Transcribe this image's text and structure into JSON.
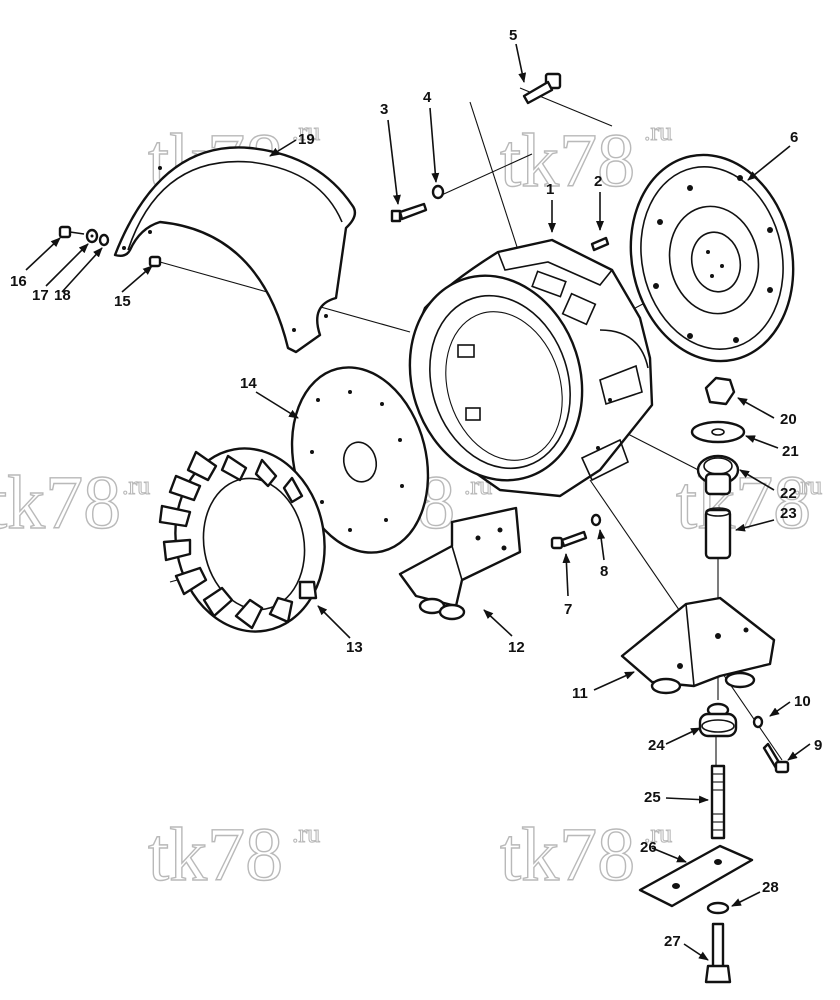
{
  "watermark": {
    "text": "tk78",
    "suffix": ".ru"
  },
  "callouts": {
    "c1": "1",
    "c2": "2",
    "c3": "3",
    "c4": "4",
    "c5": "5",
    "c6": "6",
    "c7": "7",
    "c8": "8",
    "c9": "9",
    "c10": "10",
    "c11": "11",
    "c12": "12",
    "c13": "13",
    "c14": "14",
    "c15": "15",
    "c16": "16",
    "c17": "17",
    "c18": "18",
    "c19": "19",
    "c20": "20",
    "c21": "21",
    "c22": "22",
    "c23": "23",
    "c24": "24",
    "c25": "25",
    "c26": "26",
    "c27": "27",
    "c28": "28"
  },
  "colors": {
    "line": "#111111",
    "watermark": "#b9b9b9",
    "background": "#ffffff"
  }
}
